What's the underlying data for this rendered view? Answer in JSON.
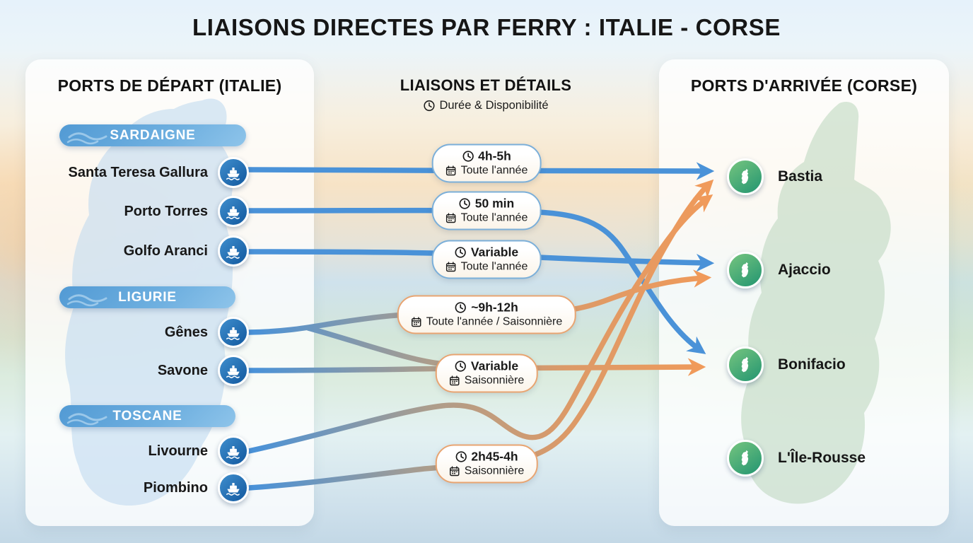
{
  "title": "LIAISONS DIRECTES PAR FERRY : ITALIE - CORSE",
  "left_panel": {
    "title": "PORTS DE DÉPART (ITALIE)",
    "regions": [
      {
        "name": "SARDAIGNE",
        "ports": [
          "Santa Teresa Gallura",
          "Porto Torres",
          "Golfo Aranci"
        ]
      },
      {
        "name": "LIGURIE",
        "ports": [
          "Gênes",
          "Savone"
        ]
      },
      {
        "name": "TOSCANE",
        "ports": [
          "Livourne",
          "Piombino"
        ]
      }
    ]
  },
  "middle": {
    "title": "LIAISONS ET DÉTAILS",
    "subtitle": "Durée & Disponibilité",
    "badges": [
      {
        "duration": "4h-5h",
        "availability": "Toute l'année",
        "type": "annual"
      },
      {
        "duration": "50 min",
        "availability": "Toute l'année",
        "type": "annual"
      },
      {
        "duration": "Variable",
        "availability": "Toute l'année",
        "type": "annual"
      },
      {
        "duration": "~9h-12h",
        "availability": "Toute l'année / Saisonnière",
        "type": "mixed"
      },
      {
        "duration": "Variable",
        "availability": "Saisonnière",
        "type": "seasonal"
      },
      {
        "duration": "2h45-4h",
        "availability": "Saisonnière",
        "type": "seasonal"
      }
    ]
  },
  "right_panel": {
    "title": "PORTS D'ARRIVÉE (CORSE)",
    "ports": [
      "Bastia",
      "Ajaccio",
      "Bonifacio",
      "L'Île-Rousse"
    ]
  },
  "connections": [
    {
      "from": "Santa Teresa Gallura",
      "to": "Bastia",
      "type": "annual"
    },
    {
      "from": "Porto Torres",
      "to": "Bonifacio",
      "type": "annual"
    },
    {
      "from": "Golfo Aranci",
      "to": "Ajaccio",
      "type": "annual"
    },
    {
      "from": "Gênes",
      "to": "Ajaccio",
      "type": "mixed"
    },
    {
      "from": "Gênes",
      "to": "Bonifacio",
      "type": "mixed"
    },
    {
      "from": "Savone",
      "to": "Bonifacio",
      "type": "mixed"
    },
    {
      "from": "Livourne",
      "to": "Bastia",
      "type": "mixed"
    },
    {
      "from": "Piombino",
      "to": "Bastia",
      "type": "mixed"
    }
  ],
  "colors": {
    "annual": "#4a92d8",
    "seasonal": "#f09a5a",
    "pill": "#5b9fd6",
    "port_icon": "#1d6bb0",
    "arrival_icon": "#35a077"
  }
}
